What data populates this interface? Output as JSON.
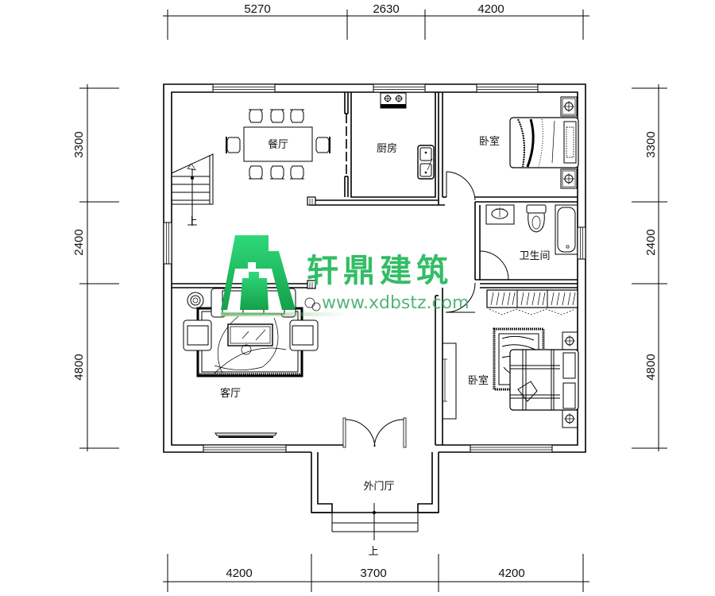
{
  "drawing": {
    "type": "floor-plan",
    "dimensions": {
      "top": [
        "5270",
        "2630",
        "4200"
      ],
      "bottom": [
        "4200",
        "3700",
        "4200"
      ],
      "left": [
        "3300",
        "2400",
        "4800"
      ],
      "right": [
        "3300",
        "2400",
        "4800"
      ]
    },
    "rooms": {
      "dining": "餐厅",
      "kitchen": "厨房",
      "bedroom_north": "卧室",
      "bathroom": "卫生间",
      "living": "客厅",
      "bedroom_south": "卧室",
      "entrance_hall": "外门厅"
    },
    "stair_up_label": "上",
    "entrance_up_label": "上"
  },
  "watermark": {
    "brand": "轩鼎建筑",
    "url": "www.xdbstz.com",
    "color": "#22b85a"
  }
}
